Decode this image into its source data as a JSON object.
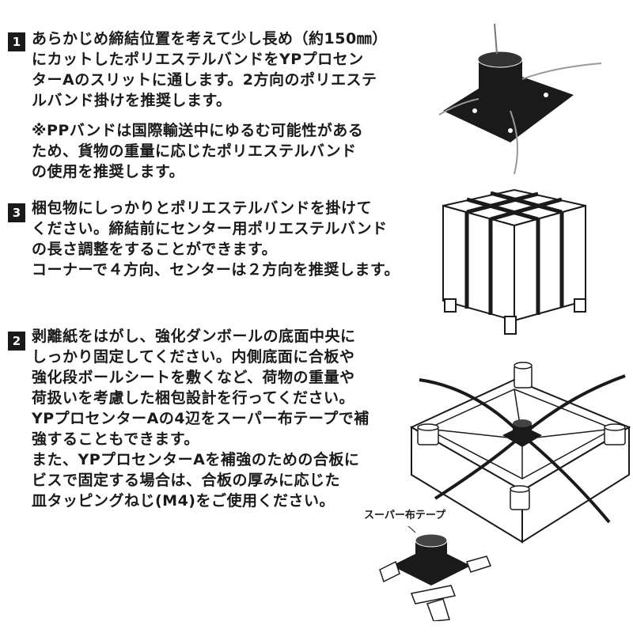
{
  "step1": {
    "badge": "1",
    "lines": [
      "あらかじめ締結位置を考えて少し長め（約150㎜）",
      "にカットしたポリエステルバンドをYPプロセン",
      "ターAのスリットに通します。2方向のポリエステ",
      "ルバンド掛けを推奨します。"
    ],
    "note_lines": [
      "※PPバンドは国際輸送中にゆるむ可能性がある",
      "ため、貨物の重量に応じたポリエステルバンド",
      "の使用を推奨します。"
    ]
  },
  "step3": {
    "badge": "3",
    "lines": [
      "梱包物にしっかりとポリエステルバンドを掛けて",
      "ください。締結前にセンター用ポリエステルバンド",
      "の長さ調整をすることができます。",
      "コーナーで４方向、センターは２方向を推奨します。"
    ]
  },
  "step2": {
    "badge": "2",
    "lines": [
      "剥離紙をはがし、強化ダンボールの底面中央に",
      "しっかり固定してください。内側底面に合板や",
      "強化段ボールシートを敷くなど、荷物の重量や",
      "荷扱いを考慮した梱包設計を行ってください。",
      "YPプロセンターAの4辺をスーパー布テープで補",
      "強することもできます。",
      "また、YPプロセンターAを補強のための合板に",
      "ビスで固定する場合は、合板の厚みに応じた",
      "皿タッピングねじ(M4)をご使用ください。"
    ]
  },
  "callout_label": "スーパー布テープ"
}
